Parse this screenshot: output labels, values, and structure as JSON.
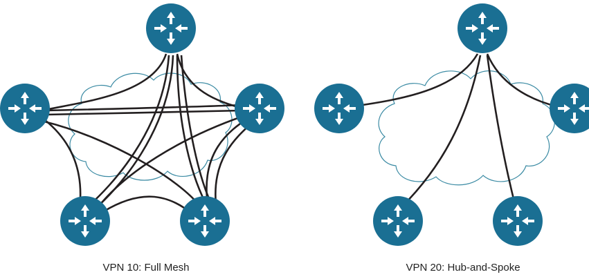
{
  "colors": {
    "router_fill": "#1a6f93",
    "router_arrow": "#ffffff",
    "cloud_outline": "#3a8aa3",
    "link": "#231f20",
    "caption_text": "#1f1f1f",
    "background": "#ffffff"
  },
  "icons": {
    "router": "router-icon",
    "cloud": "cloud-shape"
  },
  "diagrams": [
    {
      "caption": "VPN 10: Full Mesh",
      "topology": "full-mesh",
      "routers": [
        "top",
        "left",
        "right",
        "bottom-left",
        "bottom-right"
      ]
    },
    {
      "caption": "VPN 20: Hub-and-Spoke",
      "topology": "hub-and-spoke",
      "routers": [
        "hub-top",
        "spoke-left",
        "spoke-right",
        "spoke-bottom-left",
        "spoke-bottom-right"
      ]
    }
  ]
}
